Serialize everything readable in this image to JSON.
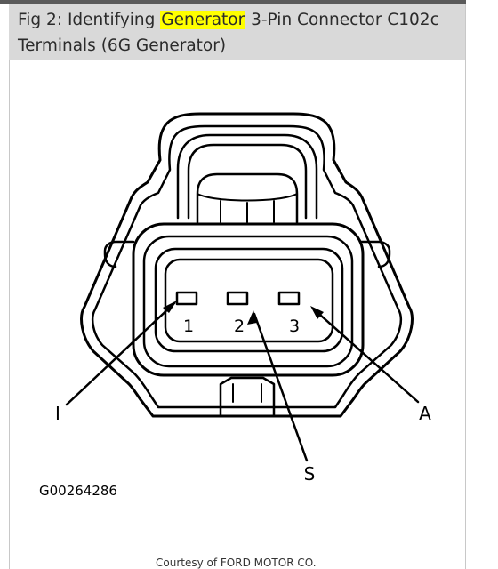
{
  "caption": {
    "prefix": "Fig 2: Identifying ",
    "highlight": "Generator",
    "line1_rest": " 3-Pin Connector C102c",
    "line2": "Terminals (6G Generator)"
  },
  "diagram": {
    "pins": [
      {
        "number": "1"
      },
      {
        "number": "2"
      },
      {
        "number": "3"
      }
    ],
    "callouts": {
      "left": "I",
      "bottom": "S",
      "right": "A"
    },
    "figure_id": "G00264286"
  },
  "credit": "Courtesy of FORD MOTOR CO.",
  "colors": {
    "caption_bg": "#d9d9d9",
    "highlight": "#ffff00",
    "line": "#000000"
  }
}
